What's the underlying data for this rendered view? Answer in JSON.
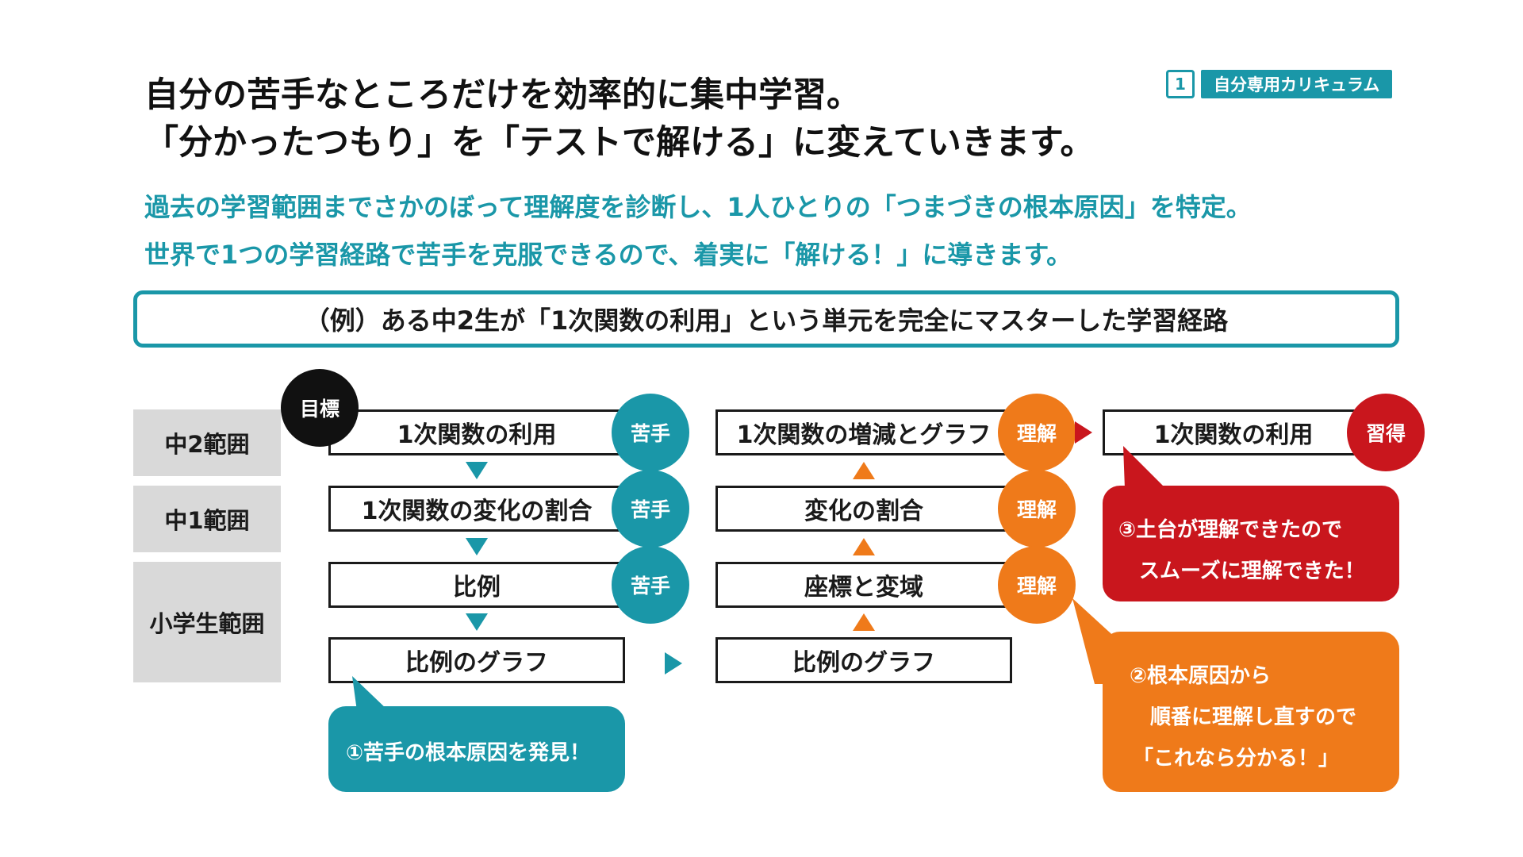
{
  "header": {
    "title_line1": "自分の苦手なところだけを効率的に集中学習。",
    "title_line2": "「分かったつもり」を「テストで解ける」に変えていきます。",
    "badge_number": "1",
    "badge_label": "自分専用カリキュラム"
  },
  "subtitle": {
    "line1": "過去の学習範囲までさかのぼって理解度を診断し、1人ひとりの「つまづきの根本原因」を特定。",
    "line2": "世界で1つの学習経路で苦手を克服できるので、着実に「解ける！」に導きます。"
  },
  "example_title": "（例）ある中2生が「1次関数の利用」という単元を完全にマスターした学習経路",
  "ranges": [
    "中2範囲",
    "中1範囲",
    "小学生範囲"
  ],
  "goal_label": "目標",
  "left_column": [
    {
      "label": "1次関数の利用",
      "status": "苦手"
    },
    {
      "label": "1次関数の変化の割合",
      "status": "苦手"
    },
    {
      "label": "比例",
      "status": "苦手"
    },
    {
      "label": "比例のグラフ",
      "status": ""
    }
  ],
  "middle_column": [
    {
      "label": "1次関数の増減とグラフ",
      "status": "理解"
    },
    {
      "label": "変化の割合",
      "status": "理解"
    },
    {
      "label": "座標と変域",
      "status": "理解"
    },
    {
      "label": "比例のグラフ",
      "status": ""
    }
  ],
  "right_node": {
    "label": "1次関数の利用",
    "status": "習得"
  },
  "callouts": {
    "one": [
      "①苦手の根本原因を発見！"
    ],
    "two": [
      "②根本原因から",
      "順番に理解し直すので",
      "「これなら分かる！」"
    ],
    "three": [
      "③土台が理解できたので",
      "スムーズに理解できた！"
    ]
  },
  "colors": {
    "teal": "#1a97a8",
    "orange": "#ef7a1a",
    "red": "#c9161d",
    "gray": "#d9d9d9"
  }
}
